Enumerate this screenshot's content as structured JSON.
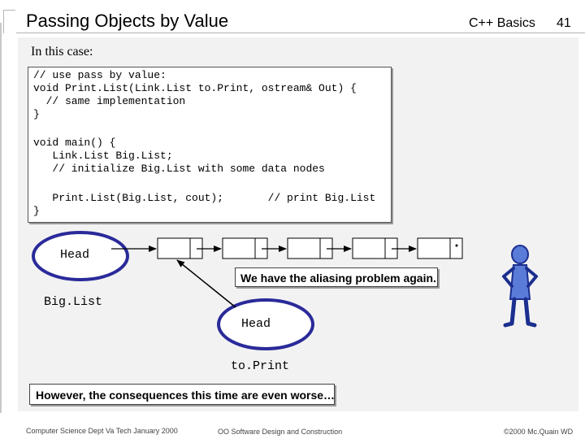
{
  "slide": {
    "title": "Passing Objects by Value",
    "course": "C++ Basics",
    "page_number": "41",
    "subtitle": "In this case:"
  },
  "code": {
    "block1": "// use pass by value:\nvoid Print.List(Link.List to.Print, ostream& Out) {\n  // same implementation\n}",
    "block2": "void main() {\n   Link.List Big.List;\n   // initialize Big.List with some data nodes",
    "block3": "   Print.List(Big.List, cout);       // print Big.List\n}"
  },
  "diagram": {
    "head1_label": "Head",
    "head2_label": "Head",
    "biglist_label": "Big.List",
    "toprint_label": "to.Print",
    "node_count": 5,
    "colors": {
      "ellipse_stroke": "#2a2a9a",
      "figure_fill": "#5a7bd8",
      "figure_stroke": "#1b2f8f"
    }
  },
  "callouts": {
    "aliasing": "We have the aliasing problem again.",
    "consequences": "However, the consequences this time are even worse…"
  },
  "footer": {
    "left": "Computer Science Dept Va Tech January 2000",
    "center": "OO Software Design and Construction",
    "right": "©2000  Mc.Quain WD"
  }
}
